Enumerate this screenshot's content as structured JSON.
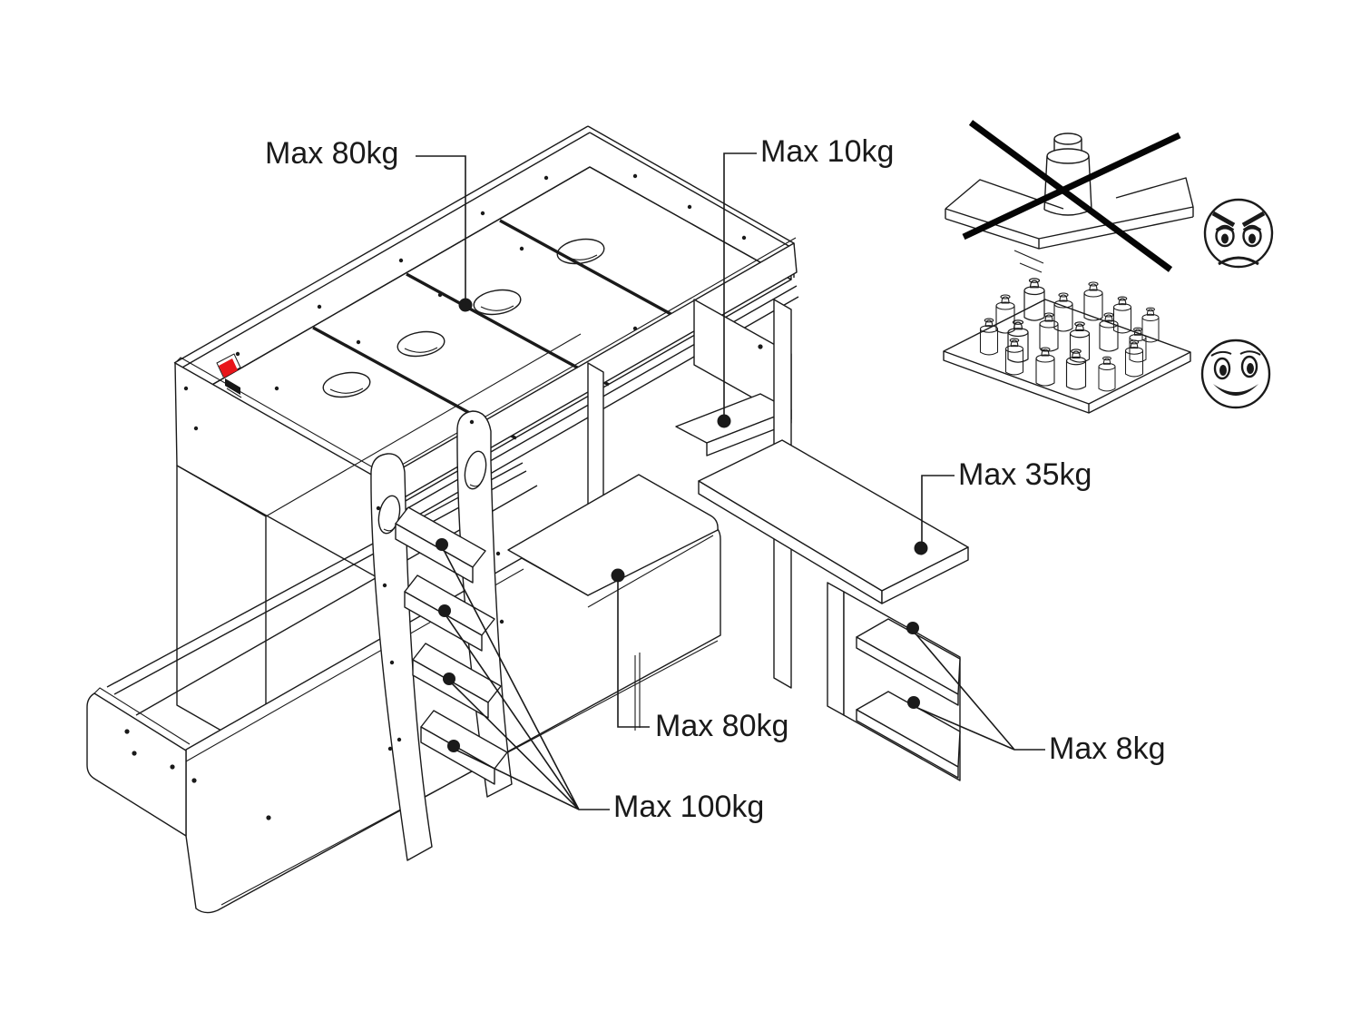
{
  "diagram": {
    "type": "furniture-weight-limit-diagram",
    "subject": "bunk bed with ladder, pull-out bed, desk and shelves",
    "callouts": {
      "upper_bed": {
        "text": "Max 80kg"
      },
      "head_shelf": {
        "text": "Max 10kg"
      },
      "desk_top": {
        "text": "Max 35kg"
      },
      "lower_bed": {
        "text": "Max 80kg"
      },
      "ladder": {
        "text": "Max 100kg"
      },
      "desk_shelves": {
        "text": "Max 8kg"
      }
    },
    "icons": [
      {
        "name": "no-concentrated-load-icon",
        "elements": [
          "bending-shelf",
          "single-heavy-weight",
          "cross-out-x"
        ]
      },
      {
        "name": "angry-face-icon"
      },
      {
        "name": "distributed-load-icon",
        "elements": [
          "flat-shelf",
          "many-small-weights"
        ]
      },
      {
        "name": "happy-face-icon"
      },
      {
        "name": "warning-sticker"
      }
    ],
    "colors": {
      "background": "#ffffff",
      "line": "#1a1a1a",
      "label_text": "#1a1a1a",
      "warning_sticker_red": "#e8151a"
    }
  }
}
